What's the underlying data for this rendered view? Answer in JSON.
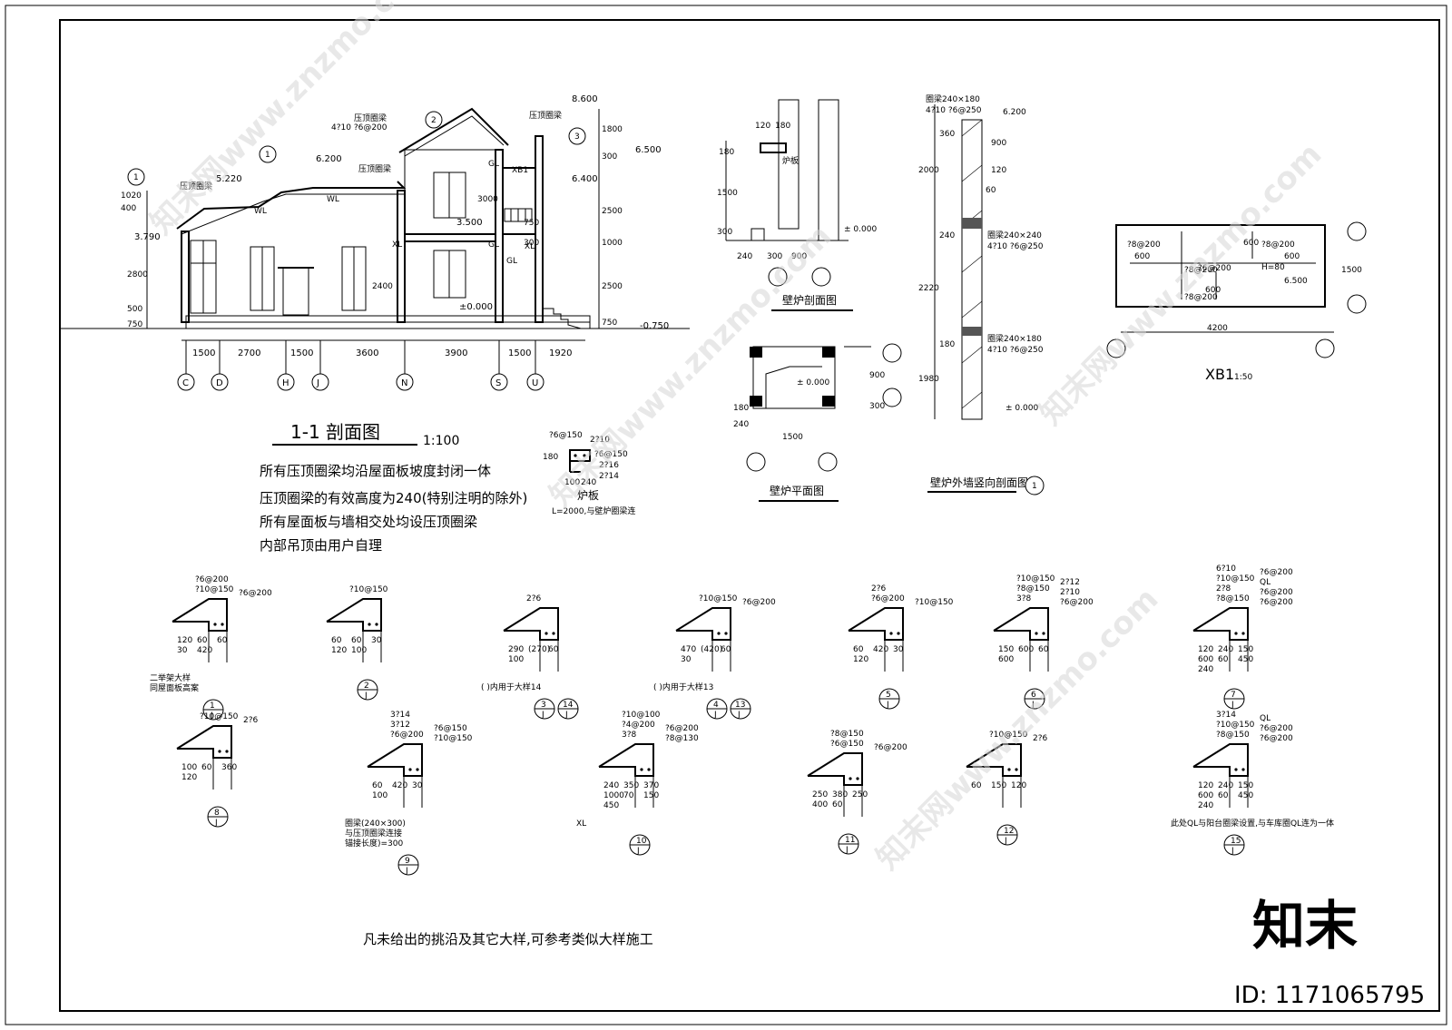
{
  "section": {
    "title": "1-1  剖面图",
    "scale": "1:100",
    "levels": [
      "8.600",
      "6.500",
      "6.400",
      "6.200",
      "5.220",
      "3.500",
      "3.790",
      "±0.000",
      "-0.750"
    ],
    "axes": [
      "C",
      "D",
      "H",
      "J",
      "N",
      "S",
      "U"
    ],
    "spans": [
      "1500",
      "2700",
      "1500",
      "3600",
      "3900",
      "1500",
      "1920"
    ],
    "left_dims": [
      "400",
      "1020",
      "2800",
      "500",
      "750"
    ],
    "right_dims": [
      "1800",
      "300",
      "2500",
      "1000",
      "2500",
      "750"
    ],
    "mid_dims": [
      "3000",
      "2400",
      "750",
      "300"
    ],
    "labels": [
      "压顶圈梁",
      "压顶圈梁",
      "压顶圈梁",
      "压顶圈梁",
      "WL",
      "WL",
      "XL",
      "XL",
      "GL",
      "GL",
      "GL",
      "XB1"
    ],
    "callouts": [
      "1",
      "2",
      "3"
    ],
    "rebar": [
      "4?10  ?6@200"
    ],
    "notes": [
      "所有压顶圈梁均沿屋面板坡度封闭一体",
      "压顶圈梁的有效高度为240(特别注明的除外)",
      "所有屋面板与墙相交处均设压顶圈梁",
      "内部吊顶由用户自理"
    ]
  },
  "furnace_board": {
    "title": "炉板",
    "note": "L=2000,与壁炉圈梁连",
    "rebar": [
      "?6@150",
      "2?10",
      "?6@150",
      "2?16",
      "2?14"
    ],
    "dims": [
      "180",
      "100",
      "240"
    ]
  },
  "fireplace_section": {
    "title": "壁炉剖面图",
    "label": "炉板",
    "level": "± 0.000",
    "dims": [
      "120",
      "180",
      "180",
      "1500",
      "300",
      "240",
      "300",
      "900"
    ]
  },
  "fireplace_plan": {
    "title": "壁炉平面图",
    "level": "± 0.000",
    "dims": [
      "900",
      "300",
      "240",
      "180",
      "1500"
    ]
  },
  "wall_section": {
    "title": "壁炉外墙竖向剖面图",
    "callout": "1",
    "beams": [
      "圈梁240×180",
      "圈梁240×240",
      "圈梁240×180"
    ],
    "rebar": [
      "4?10  ?6@250",
      "4?10  ?6@250",
      "4?10  ?6@250"
    ],
    "levels": [
      "6.200",
      "± 0.000"
    ],
    "dims": [
      "2000",
      "2220",
      "1980",
      "360",
      "900",
      "120",
      "240",
      "180",
      "60"
    ]
  },
  "slab_xb1": {
    "title": "XB1",
    "scale": "1:50",
    "rebar": [
      "?8@200",
      "?8@200",
      "?8@200",
      "?6@200",
      "?8@200"
    ],
    "dims": [
      "600",
      "600",
      "600",
      "600",
      "4200",
      "1500"
    ],
    "thickness": "H=80",
    "level": "6.500"
  },
  "details": [
    {
      "no": "1",
      "rebar": [
        "?10@150",
        "?6@200",
        "?6@200"
      ],
      "dims": [
        "120",
        "60",
        "60",
        "30",
        "420"
      ],
      "notes": [
        "二举架大样",
        "同屋面板高案"
      ]
    },
    {
      "no": "2",
      "rebar": [
        "?10@150"
      ],
      "dims": [
        "60",
        "60",
        "30",
        "120",
        "100"
      ],
      "notes": []
    },
    {
      "no": "3",
      "sub": "14",
      "rebar": [
        "2?6"
      ],
      "dims": [
        "290",
        "(270)",
        "60",
        "100"
      ],
      "notes": [
        "( )内用于大样14"
      ]
    },
    {
      "no": "4",
      "sub": "13",
      "rebar": [
        "?10@150",
        "?6@200"
      ],
      "dims": [
        "470",
        "(420)",
        "60",
        "30"
      ],
      "notes": [
        "( )内用于大样13"
      ]
    },
    {
      "no": "5",
      "rebar": [
        "?6@200",
        "?10@150",
        "2?6"
      ],
      "dims": [
        "60",
        "420",
        "30",
        "120"
      ],
      "notes": []
    },
    {
      "no": "6",
      "rebar": [
        "3?8",
        "?6@200",
        "?8@150",
        "2?10",
        "?10@150",
        "2?12"
      ],
      "dims": [
        "150",
        "600",
        "60",
        "600"
      ],
      "notes": []
    },
    {
      "no": "7",
      "rebar": [
        "?8@150",
        "?6@200",
        "2?8",
        "?6@200",
        "?10@150",
        "QL",
        "6?10",
        "?6@200"
      ],
      "dims": [
        "120",
        "240",
        "150",
        "600",
        "60",
        "450",
        "240"
      ],
      "notes": []
    },
    {
      "no": "8",
      "rebar": [
        "?10@150",
        "2?6"
      ],
      "dims": [
        "100",
        "60",
        "360",
        "120"
      ],
      "notes": []
    },
    {
      "no": "9",
      "rebar": [
        "?6@200",
        "?10@150",
        "3?12",
        "?6@150",
        "3?14"
      ],
      "dims": [
        "60",
        "420",
        "30",
        "100"
      ],
      "notes": [
        "圈梁(240×300)",
        "与压顶圈梁连接",
        "锚接长度)=300"
      ]
    },
    {
      "no": "10",
      "rebar": [
        "3?8",
        "?8@130",
        "?4@200",
        "?6@200",
        "?10@100"
      ],
      "dims": [
        "240",
        "350",
        "370",
        "1000",
        "70",
        "150",
        "450"
      ],
      "notes": [
        "XL"
      ]
    },
    {
      "no": "11",
      "rebar": [
        "?6@150",
        "?6@200",
        "?8@150"
      ],
      "dims": [
        "250",
        "380",
        "250",
        "400",
        "60"
      ],
      "notes": []
    },
    {
      "no": "12",
      "rebar": [
        "?10@150",
        "2?6"
      ],
      "dims": [
        "60",
        "150",
        "120"
      ],
      "notes": []
    },
    {
      "no": "15",
      "rebar": [
        "?8@150",
        "?6@200",
        "?10@150",
        "?6@200",
        "3?14",
        "QL"
      ],
      "dims": [
        "120",
        "240",
        "150",
        "600",
        "60",
        "450",
        "240"
      ],
      "notes": [
        "此处QL与阳台圈梁设置,与车库圈QL连为一体"
      ]
    }
  ],
  "detail_axis": "J",
  "bottom_note": "凡未给出的挑沿及其它大样,可参考类似大样施工",
  "watermark": {
    "brand": "知末",
    "id": "ID: 1171065795",
    "repeat": "知末网www.znzmo.com"
  }
}
